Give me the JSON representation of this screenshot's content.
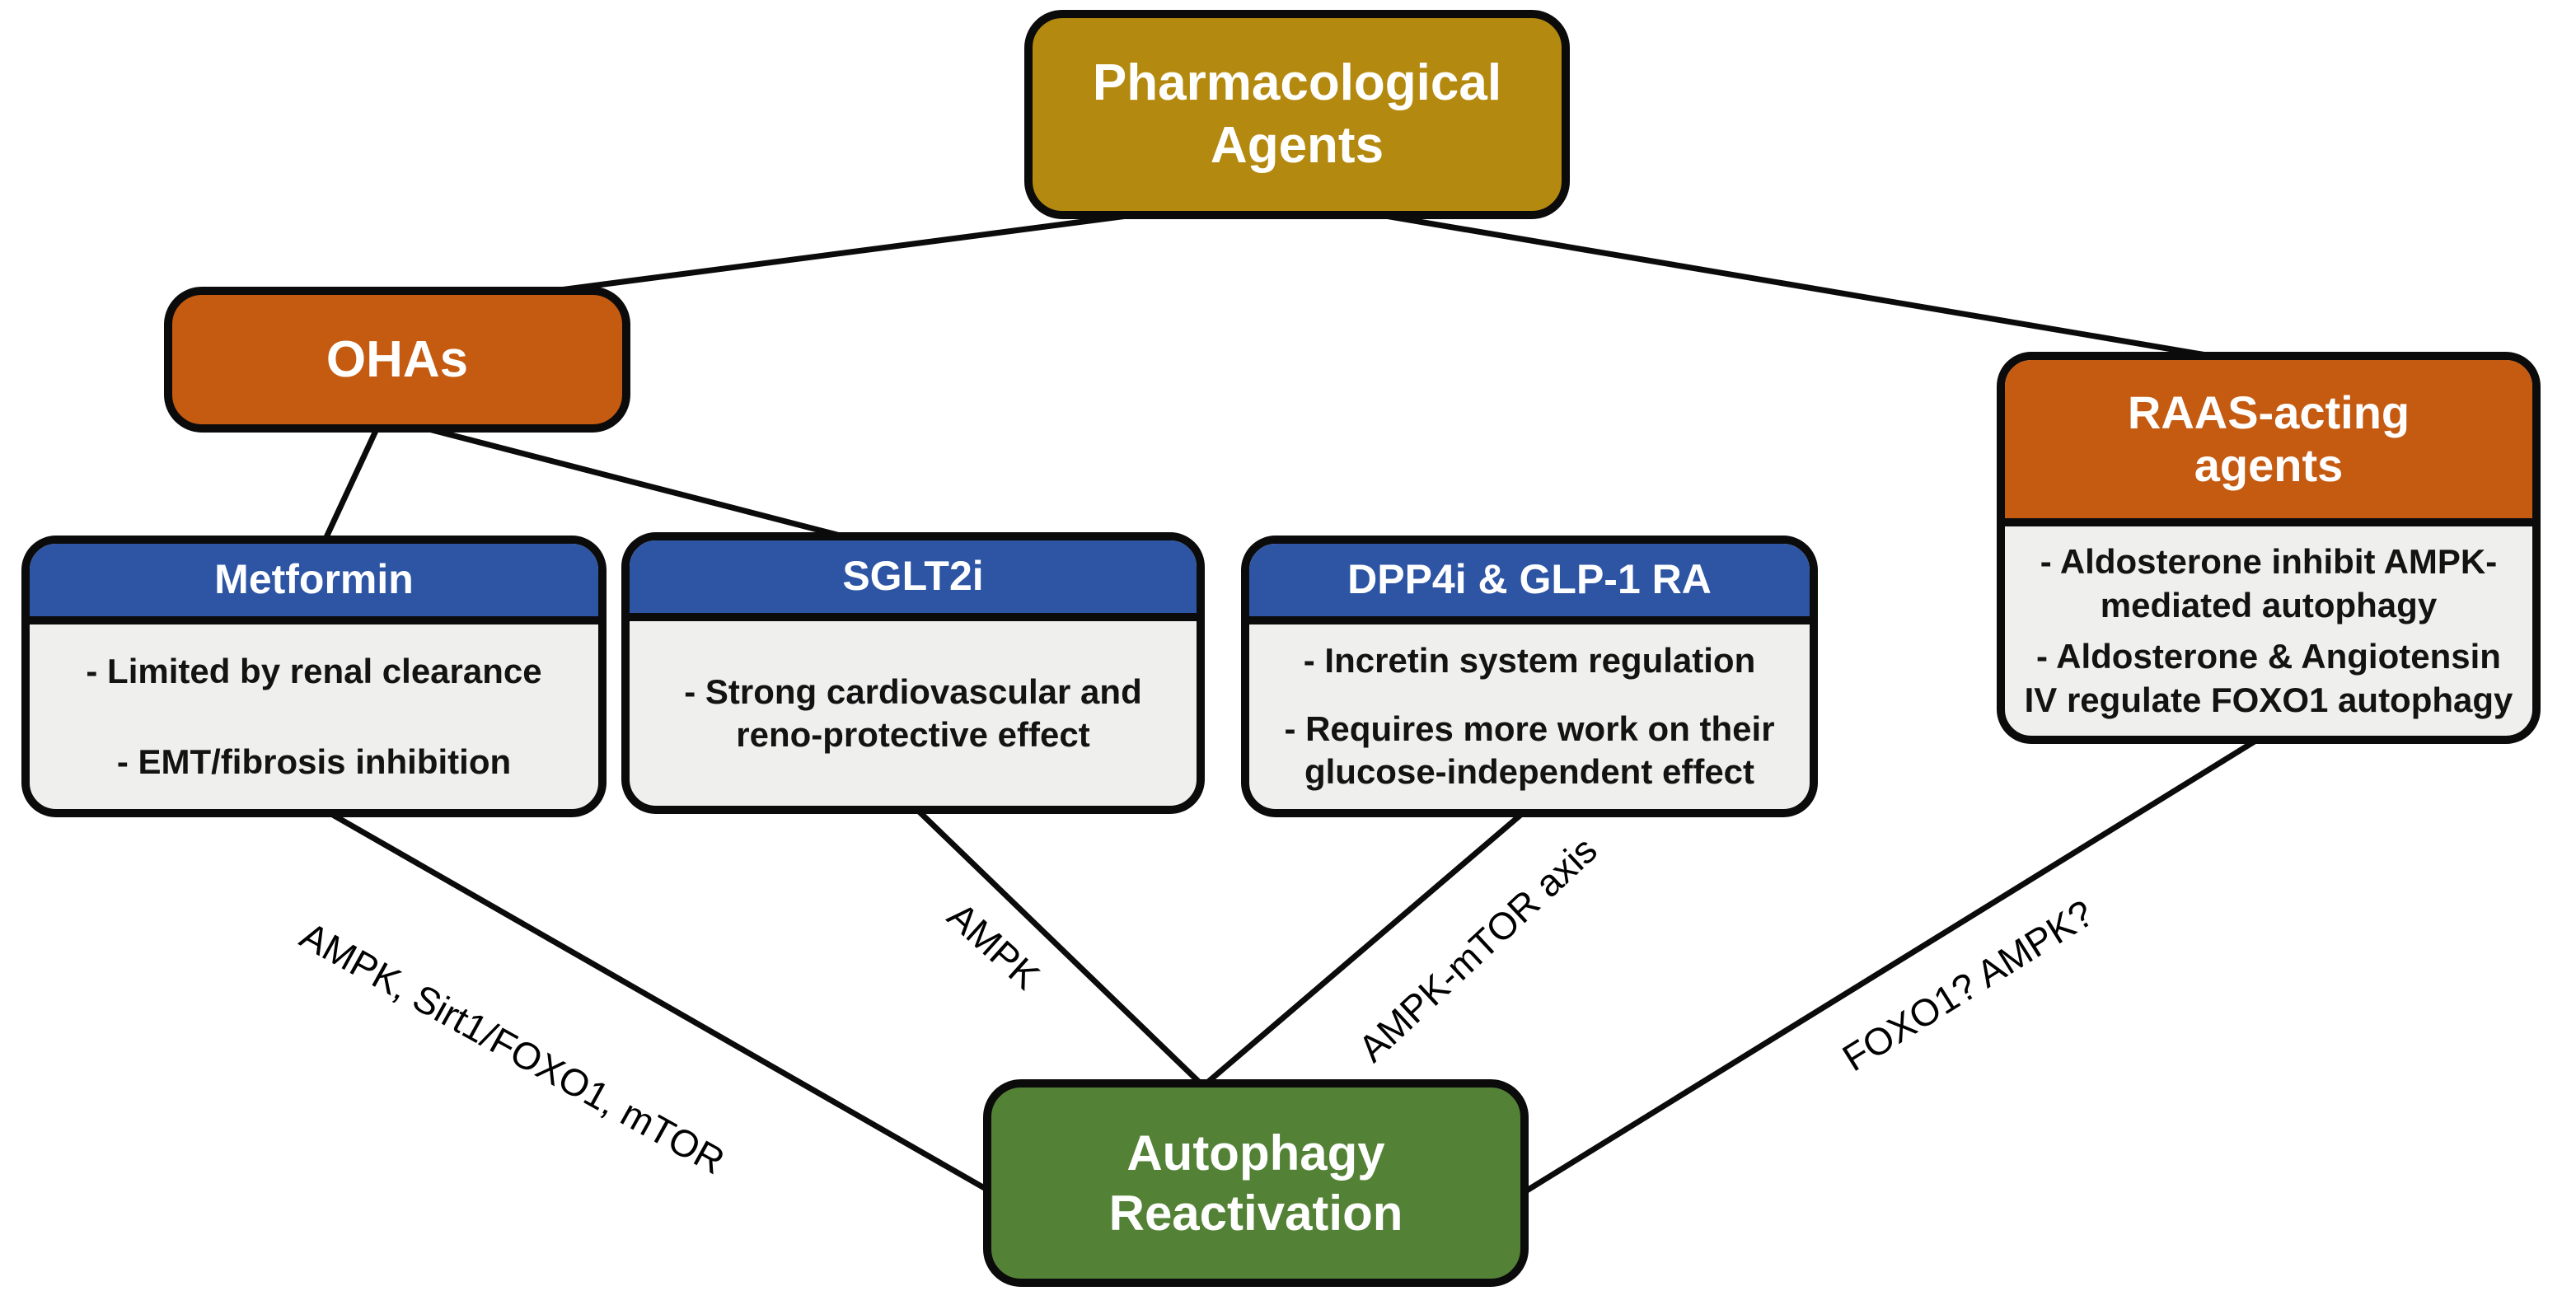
{
  "colors": {
    "gold": "#B4890F",
    "orange": "#C55A11",
    "blue": "#2D55A4",
    "green": "#538135",
    "panel_gray": "#EFEFED",
    "line_black": "#0B0B0B",
    "text_white": "#FFFFFF",
    "text_black": "#131313"
  },
  "nodes": {
    "pharmacological": {
      "label": "Pharmacological\nAgents"
    },
    "ohas": {
      "label": "OHAs"
    },
    "metformin": {
      "title": "Metformin",
      "bullets": [
        "- Limited by renal clearance",
        "- EMT/fibrosis inhibition"
      ]
    },
    "sglt2i": {
      "title": "SGLT2i",
      "bullets": [
        "- Strong cardiovascular and\nreno-protective effect"
      ]
    },
    "dpp4i": {
      "title": "DPP4i & GLP-1 RA",
      "bullets": [
        "- Incretin system regulation",
        "- Requires more work on their\nglucose-independent effect"
      ]
    },
    "raas": {
      "title": "RAAS-acting\nagents",
      "bullets": [
        "- Aldosterone inhibit AMPK-\nmediated autophagy",
        "- Aldosterone & Angiotensin\nIV regulate FOXO1 autophagy"
      ]
    },
    "autophagy": {
      "label": "Autophagy\nReactivation"
    }
  },
  "edges": {
    "metformin_autophagy": {
      "label": "AMPK, Sirt1/FOXO1, mTOR"
    },
    "sglt2i_autophagy": {
      "label": "AMPK"
    },
    "dpp4i_autophagy": {
      "label": "AMPK-mTOR axis"
    },
    "raas_autophagy": {
      "label": "FOXO1? AMPK?"
    }
  }
}
